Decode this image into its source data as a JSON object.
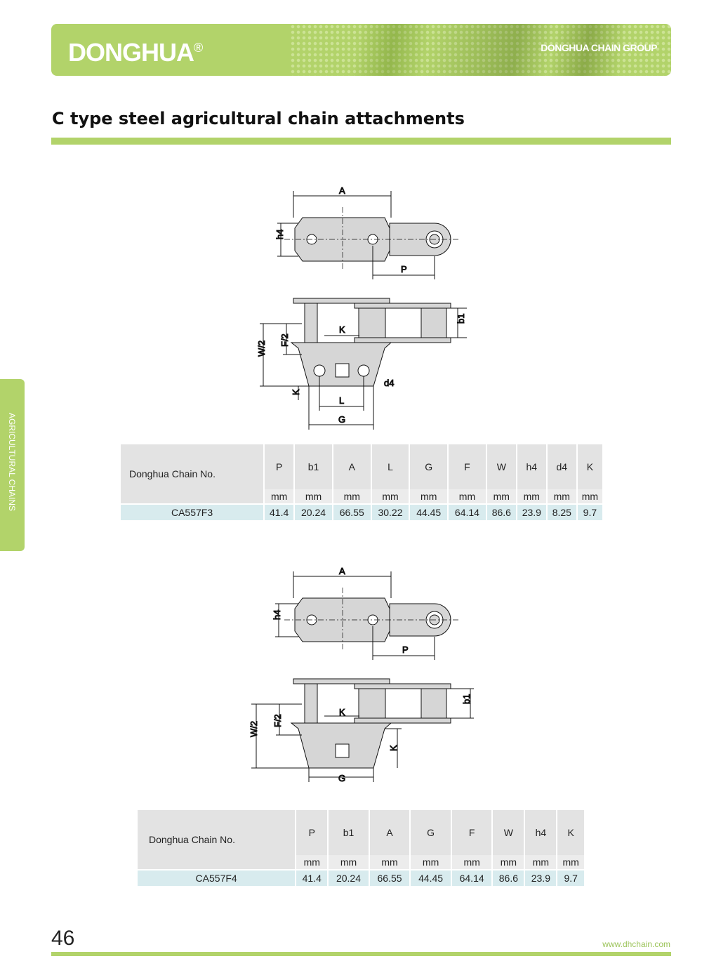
{
  "header": {
    "brand": "DONGHUA",
    "registered": "®",
    "group": "DONGHUA CHAIN GROUP"
  },
  "title": "C type steel agricultural chain attachments",
  "side_tab": "AGRICULTURAL CHAINS",
  "diagram1": {
    "A": "A",
    "h4": "h4",
    "P": "P",
    "b1": "b1",
    "K": "K",
    "W2": "W/2",
    "F2": "F/2",
    "d4": "d4",
    "L": "L",
    "G": "G"
  },
  "diagram2": {
    "A": "A",
    "h4": "h4",
    "P": "P",
    "b1": "b1",
    "K": "K",
    "W2": "W/2",
    "F2": "F/2",
    "G": "G"
  },
  "table1": {
    "headers": [
      "Donghua Chain No.",
      "P",
      "b1",
      "A",
      "L",
      "G",
      "F",
      "W",
      "h4",
      "d4",
      "K"
    ],
    "units": [
      "mm",
      "mm",
      "mm",
      "mm",
      "mm",
      "mm",
      "mm",
      "mm",
      "mm",
      "mm"
    ],
    "rows": [
      [
        "CA557F3",
        "41.4",
        "20.24",
        "66.55",
        "30.22",
        "44.45",
        "64.14",
        "86.6",
        "23.9",
        "8.25",
        "9.7"
      ]
    ]
  },
  "table2": {
    "headers": [
      "Donghua Chain No.",
      "P",
      "b1",
      "A",
      "G",
      "F",
      "W",
      "h4",
      "K"
    ],
    "units": [
      "mm",
      "mm",
      "mm",
      "mm",
      "mm",
      "mm",
      "mm",
      "mm"
    ],
    "rows": [
      [
        "CA557F4",
        "41.4",
        "20.24",
        "66.55",
        "44.45",
        "64.14",
        "86.6",
        "23.9",
        "9.7"
      ]
    ]
  },
  "footer": {
    "page": "46",
    "url": "www.dhchain.com"
  }
}
